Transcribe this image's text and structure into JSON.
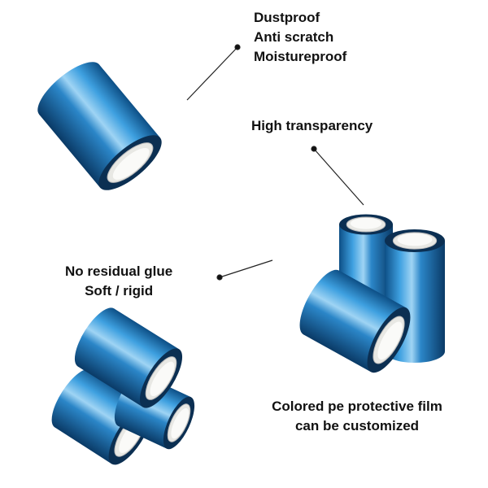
{
  "features_top": [
    "Dustproof",
    "Anti scratch",
    "Moistureproof"
  ],
  "feature_transparency": "High transparency",
  "features_left": [
    "No residual glue",
    "Soft / rigid"
  ],
  "caption": [
    "Colored pe protective film",
    "can be customized"
  ],
  "colors": {
    "film_blue": "#2a86c8",
    "film_dark": "#0b3f6e",
    "core": "#f2f2f0"
  }
}
